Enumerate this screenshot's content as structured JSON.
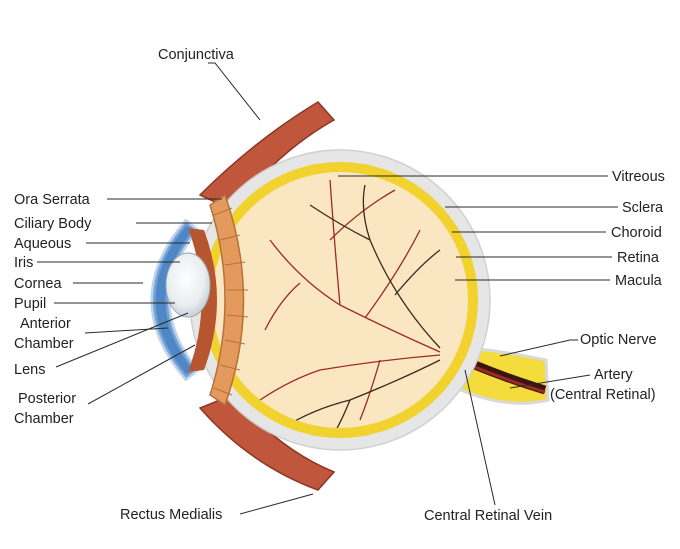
{
  "labels": {
    "conjunctiva": "Conjunctiva",
    "ora_serrata": "Ora Serrata",
    "ciliary_body": "Ciliary Body",
    "aqueous": "Aqueous",
    "iris": "Iris",
    "cornea": "Cornea",
    "pupil": "Pupil",
    "anterior_chamber_1": "Anterior",
    "anterior_chamber_2": "Chamber",
    "lens": "Lens",
    "posterior_chamber_1": "Posterior",
    "posterior_chamber_2": "Chamber",
    "rectus_medialis": "Rectus Medialis",
    "central_retinal_vein": "Central Retinal Vein",
    "vitreous": "Vitreous",
    "sclera": "Sclera",
    "choroid": "Choroid",
    "retina": "Retina",
    "macula": "Macula",
    "optic_nerve": "Optic Nerve",
    "artery_1": "Artery",
    "artery_2": "(Central Retinal)"
  },
  "colors": {
    "muscle": "#c0573d",
    "muscle_dark": "#8e3524",
    "sclera": "#e6e6e6",
    "choroid": "#f1d22e",
    "vitreous": "#fbe6c2",
    "ciliary": "#e49a5c",
    "iris": "#b55630",
    "cornea": "#4f86c6",
    "vessel": "#9c2a22",
    "nerve": "#f3dc3c"
  }
}
